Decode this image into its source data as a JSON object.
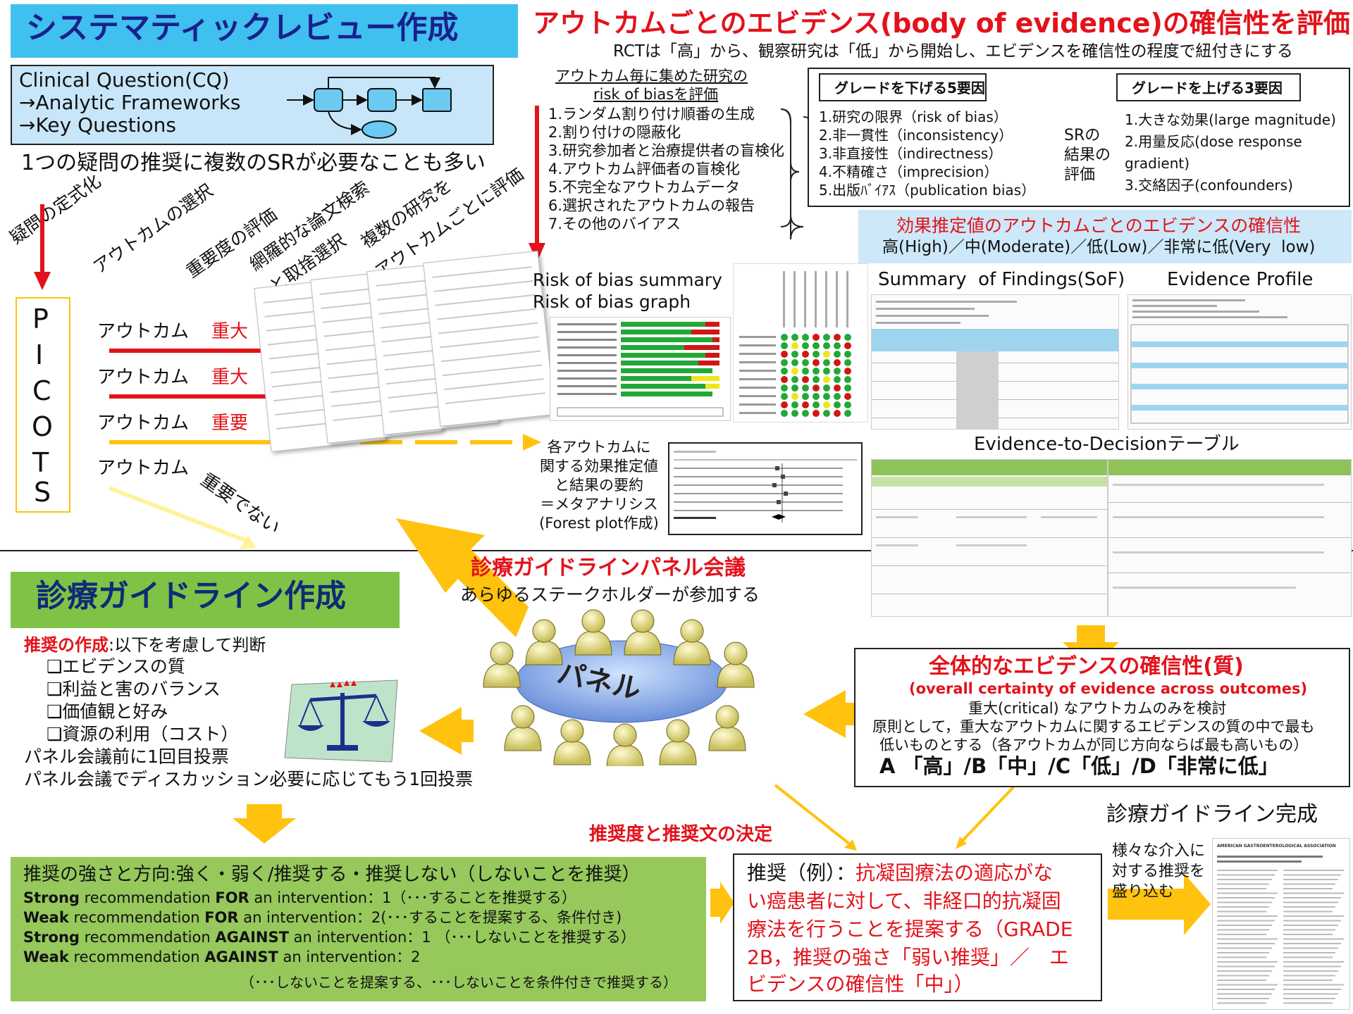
{
  "title_sr": "システマティックレビュー作成",
  "title_eval": "アウトカムごとのエビデンス(body of evidence)の確信性を評価",
  "subtitle_eval": "RCTは「高」から、観察研究は「低」から開始し、エビデンスを確信性の程度で紐付きにする",
  "cq_box": [
    "Clinical Question(CQ)",
    "→Analytic Frameworks",
    "→Key Questions"
  ],
  "sr_note": "1つの疑問の推奨に複数のSRが必要なことも多い",
  "steps": [
    "疑問の定式化",
    "アウトカムの選択",
    "重要度の評価",
    "網羅的な論文検索",
    "と取捨選択",
    "複数の研究を",
    "アウトカムごとに評価"
  ],
  "picots": [
    "P",
    "I",
    "C",
    "O",
    "T",
    "S"
  ],
  "outcomes": [
    {
      "label": "アウトカム",
      "importance": "重大"
    },
    {
      "label": "アウトカム",
      "importance": "重大"
    },
    {
      "label": "アウトカム",
      "importance": "重要"
    },
    {
      "label": "アウトカム",
      "importance": "重要でない"
    }
  ],
  "rob_header": [
    "アウトカム毎に集めた研究の",
    "risk of biasを評価"
  ],
  "rob_items": [
    "1.ランダム割り付け順番の生成",
    "2.割り付けの隠蔽化",
    "3.研究参加者と治療提供者の盲検化",
    "4.アウトカム評価者の盲検化",
    "5.不完全なアウトカムデータ",
    "6.選択されたアウトカムの報告",
    "7.その他のバイアス"
  ],
  "downgrade_title": "グレードを下げる5要因",
  "downgrade_items": [
    "1.研究の限界（risk of bias）",
    "2.非一貫性（inconsistency）",
    "3.非直接性（indirectness）",
    "4.不精確さ（imprecision）",
    "5.出版ﾊﾞｲｱｽ（publication bias）"
  ],
  "sr_result": [
    "SRの",
    "結果の",
    "評価"
  ],
  "upgrade_title": "グレードを上げる3要因",
  "upgrade_items": [
    "1.大きな効果(large magnitude)",
    "2.用量反応(dose response",
    "gradient)",
    "3.交絡因子(confounders)"
  ],
  "certainty_title": "効果推定値のアウトカムごとのエビデンスの確信性",
  "certainty_levels": "高(High)／中(Moderate)／低(Low)／非常に低(Very  low)",
  "rob_summary": [
    "Risk of bias summary",
    "Risk of bias graph"
  ],
  "sof_label": "Summary  of Findings(SoF)",
  "ep_label": "Evidence Profile",
  "etd_label": "Evidence-to-Decisionテーブル",
  "meta_text": [
    "各アウトカムに",
    "関する効果推定値",
    "と結果の要約",
    "＝メタアナリシス",
    "(Forest plot作成)"
  ],
  "panel_title": "診療ガイドラインパネル会議",
  "panel_sub": "あらゆるステークホルダーが参加する",
  "panel_table": "パネル",
  "title_gl": "診療ガイドライン作成",
  "rec_making_label": "推奨の作成",
  "rec_making_rest": ":以下を考慮して判断",
  "rec_factors": [
    "❑エビデンスの質",
    "❑利益と害のバランス",
    "❑価値観と好み",
    "❑資源の利用（コスト）"
  ],
  "votes": [
    "パネル会議前に1回目投票",
    "パネル会議でディスカッション必要に応じてもう1回投票"
  ],
  "overall_title": "全体的なエビデンスの確信性(質)",
  "overall_sub": "(overall certainty of evidence across outcomes)",
  "overall_lines": [
    "重大(critical) なアウトカムのみを検討",
    "原則として，重大なアウトカムに関するエビデンスの質の中で最も",
    "低いものとする（各アウトカムが同じ方向ならば最も高いもの）"
  ],
  "overall_grades": "A 「高」/B「中」/C「低」/D「非常に低」",
  "strength_title": "推奨の強さと方向:強く・弱く/推奨する・推奨しない（しないことを推奨）",
  "strength_rows": [
    {
      "a": "Strong",
      "b": " recommendation ",
      "c": "FOR",
      "d": " an intervention：1（･･･することを推奨する）"
    },
    {
      "a": "Weak",
      "b": " recommendation ",
      "c": "FOR",
      "d": " an intervention：2(･･･することを提案する、条件付き)"
    },
    {
      "a": "Strong",
      "b": " recommendation ",
      "c": "AGAINST",
      "d": " an intervention：1 （･･･しないことを推奨する）"
    },
    {
      "a": "Weak",
      "b": " recommendation ",
      "c": "AGAINST",
      "d": " an intervention：2"
    }
  ],
  "strength_last": "（･･･しないことを提案する、･･･しないことを条件付きで推奨する）",
  "decision_label": "推奨度と推奨文の決定",
  "rec_example_head": "推奨（例）：",
  "rec_example_red1": "抗凝固療法の適応がな",
  "rec_example_lines": [
    "い癌患者に対して、非経口的抗凝固",
    "療法を行うことを提案する（GRADE",
    "2B，推奨の強さ「弱い推奨」／　エ",
    "ビデンスの確信性「中」）"
  ],
  "gl_complete": "診療ガイドライン完成",
  "gl_note": [
    "様々な介入に",
    "対する推奨を",
    "盛り込む"
  ],
  "journal_header": "AMERICAN GASTROENTEROLOGICAL ASSOCIATION",
  "colors": {
    "red": "#e3121b",
    "blue_title": "#3fc0ef",
    "green_title": "#7fc346",
    "orange": "#ffc20e",
    "navy": "#1b1f8c"
  }
}
